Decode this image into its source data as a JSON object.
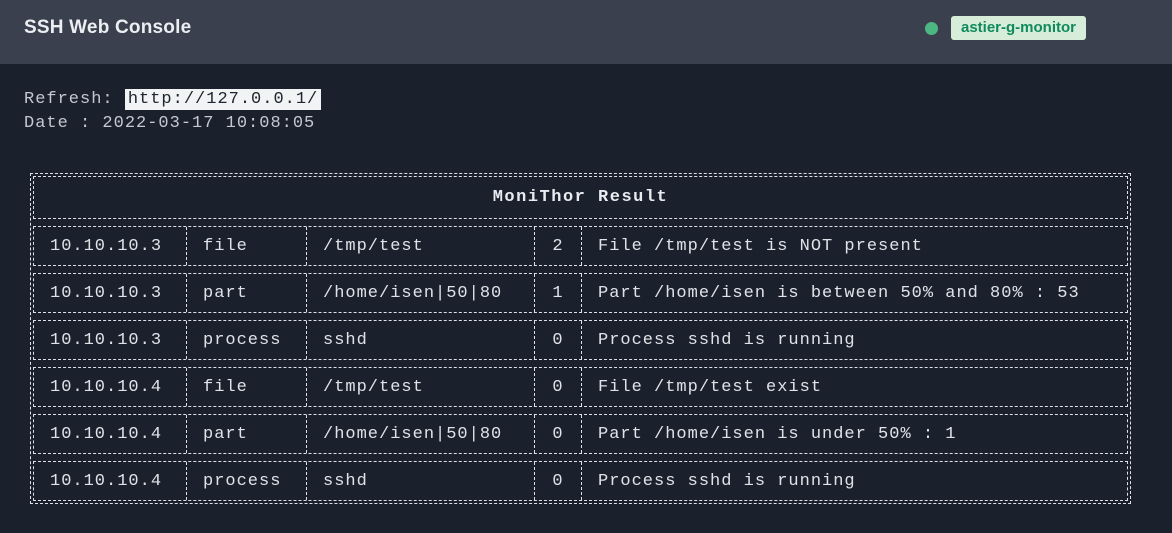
{
  "header": {
    "title": "SSH Web Console",
    "status_dot": "green",
    "badge_label": "astier-g-monitor",
    "badge_bg": "#d7edd9",
    "badge_color": "#0f8a5c",
    "dot_color": "#4cb782"
  },
  "info": {
    "refresh_label": "Refresh: ",
    "refresh_url": "http://127.0.0.1/",
    "date_label": "Date : ",
    "date_value": "2022-03-17 10:08:05"
  },
  "table": {
    "title": "MoniThor Result",
    "rows": [
      {
        "host": "10.10.10.3",
        "check": "file",
        "target": "/tmp/test",
        "status": "2",
        "message": "File /tmp/test is NOT present"
      },
      {
        "host": "10.10.10.3",
        "check": "part",
        "target": "/home/isen|50|80",
        "status": "1",
        "message": "Part /home/isen is between 50% and 80% : 53"
      },
      {
        "host": "10.10.10.3",
        "check": "process",
        "target": "sshd",
        "status": "0",
        "message": "Process sshd is running"
      },
      {
        "host": "10.10.10.4",
        "check": "file",
        "target": "/tmp/test",
        "status": "0",
        "message": "File /tmp/test exist"
      },
      {
        "host": "10.10.10.4",
        "check": "part",
        "target": "/home/isen|50|80",
        "status": "0",
        "message": "Part /home/isen is under 50% : 1"
      },
      {
        "host": "10.10.10.4",
        "check": "process",
        "target": "sshd",
        "status": "0",
        "message": "Process sshd is running"
      }
    ]
  }
}
